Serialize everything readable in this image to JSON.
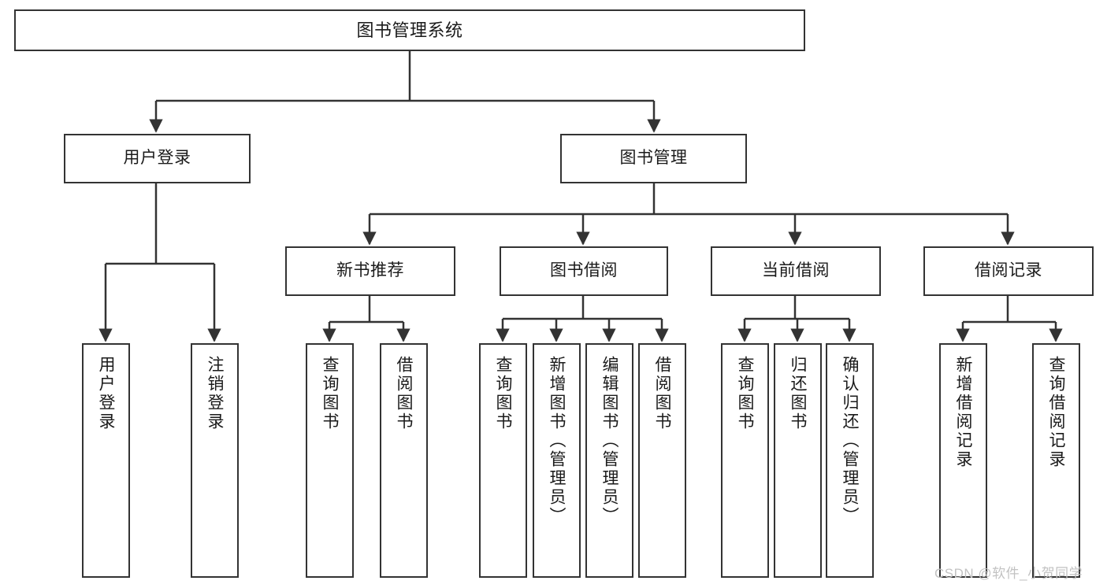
{
  "diagram": {
    "title": "图书管理系统",
    "type": "tree-hierarchy",
    "watermark": "CSDN @软件_小贺同学",
    "colors": {
      "box_border": "#333333",
      "box_fill": "#ffffff",
      "edge": "#333333",
      "text": "#1a1a1a",
      "watermark": "#c2c2c2"
    },
    "nodes": {
      "root": {
        "label": "图书管理系统"
      },
      "level2": [
        {
          "id": "user-login",
          "label": "用户登录"
        },
        {
          "id": "book-manage",
          "label": "图书管理"
        }
      ],
      "level3": [
        {
          "id": "new-book-recommend",
          "label": "新书推荐"
        },
        {
          "id": "book-borrow",
          "label": "图书借阅"
        },
        {
          "id": "current-borrow",
          "label": "当前借阅"
        },
        {
          "id": "borrow-record",
          "label": "借阅记录"
        }
      ],
      "leaves": {
        "user_login": [
          {
            "id": "leaf-user-login",
            "label": "用户登录"
          },
          {
            "id": "leaf-logout-login",
            "label": "注销登录"
          }
        ],
        "new_book_recommend": [
          {
            "id": "leaf-query-book-1",
            "label": "查询图书"
          },
          {
            "id": "leaf-borrow-book-1",
            "label": "借阅图书"
          }
        ],
        "book_borrow": [
          {
            "id": "leaf-query-book-2",
            "label": "查询图书"
          },
          {
            "id": "leaf-add-book",
            "label": "新增图书（管理员）"
          },
          {
            "id": "leaf-edit-book",
            "label": "编辑图书（管理员）"
          },
          {
            "id": "leaf-borrow-book-2",
            "label": "借阅图书"
          }
        ],
        "current_borrow": [
          {
            "id": "leaf-query-book-3",
            "label": "查询图书"
          },
          {
            "id": "leaf-return-book",
            "label": "归还图书"
          },
          {
            "id": "leaf-confirm-return",
            "label": "确认归还（管理员）"
          }
        ],
        "borrow_record": [
          {
            "id": "leaf-add-borrow-record",
            "label": "新增借阅记录"
          },
          {
            "id": "leaf-query-borrow-record",
            "label": "查询借阅记录"
          }
        ]
      }
    }
  }
}
